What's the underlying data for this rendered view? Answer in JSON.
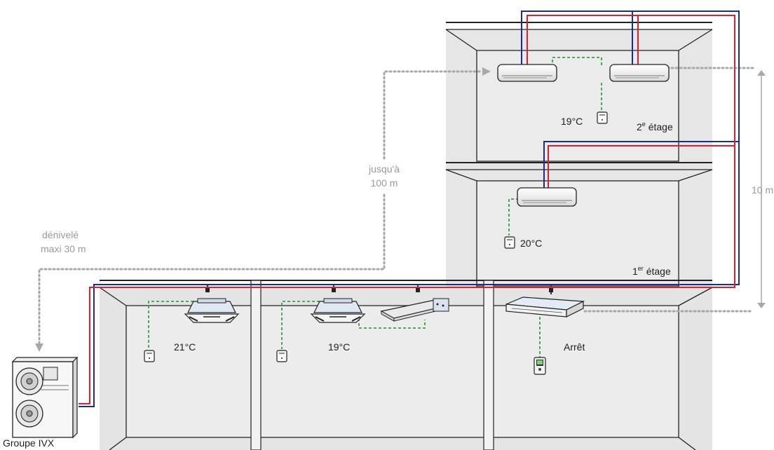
{
  "labels": {
    "temp_2nd_floor": "19°C",
    "floor_2": {
      "num": "2",
      "sup": "e",
      "word": " étage"
    },
    "distance_line1": "jusqu'à",
    "distance_line2": "100 m",
    "height_diff_line1": "dénivelé",
    "height_diff_line2": "maxi 30 m",
    "height_10m": "10 m",
    "temp_1st_floor": "20°C",
    "floor_1": {
      "num": "1",
      "sup": "er",
      "word": " étage"
    },
    "temp_room_left": "21°C",
    "temp_room_mid": "19°C",
    "status_room_right": "Arrêt",
    "outdoor_unit": "Groupe IVX"
  },
  "colors": {
    "pipe_liquid": "#d8202f",
    "pipe_gas": "#1d2b8c",
    "control_wire": "#3aa047",
    "dimension_line": "#a8a8a8",
    "wall_fill": "#ebebeb",
    "outline": "#222222"
  },
  "icons": [
    "wall-unit-icon",
    "cassette-unit-icon",
    "duct-unit-icon",
    "ceiling-unit-icon",
    "thermostat-icon",
    "remote-control-icon",
    "outdoor-unit-icon"
  ]
}
